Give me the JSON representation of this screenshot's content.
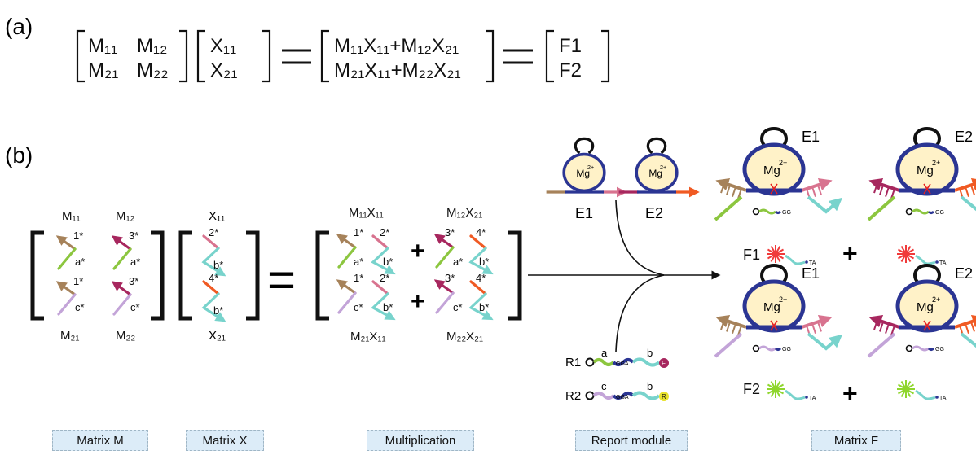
{
  "panel_a": {
    "label": "(a)",
    "M": [
      "M₁₁",
      "M₁₂",
      "M₂₁",
      "M₂₂"
    ],
    "X": [
      "X₁₁",
      "X₂₁"
    ],
    "product": [
      "M₁₁X₁₁+M₁₂X₂₁",
      "M₂₁X₁₁+M₂₂X₂₁"
    ],
    "F": [
      "F1",
      "F2"
    ]
  },
  "panel_b": {
    "label": "(b)",
    "m_labels": [
      "M₁₁",
      "M₁₂",
      "M₂₁",
      "M₂₂"
    ],
    "x_labels": [
      "X₁₁",
      "X₂₁"
    ],
    "mult_labels": [
      "M₁₁X₁₁",
      "M₁₂X₂₁",
      "M₂₁X₁₁",
      "M₂₂X₂₁"
    ],
    "strand_labels": {
      "s1": "1*",
      "s3": "3*",
      "a": "a*",
      "c": "c*",
      "s2": "2*",
      "s4": "4*",
      "b": "b*"
    },
    "plus": "+",
    "equals": "=",
    "mg": "Mg",
    "mg_charge": "2+",
    "enzymes": [
      "E1",
      "E2"
    ],
    "reporters": [
      "R1",
      "R2"
    ],
    "reporter_a": "a",
    "reporter_b": "b",
    "reporter_c": "c",
    "reporter_seq": "GGA",
    "fluor_f": "F",
    "fluor_r": "R",
    "product_gg": "GG",
    "product_ta": "TA",
    "outputs": [
      "F1",
      "F2"
    ]
  },
  "bottom_labels": [
    "Matrix  M",
    "Matrix  X",
    "Multiplication",
    "Report module",
    "Matrix  F"
  ],
  "colors": {
    "brown": "#a6825a",
    "green": "#8cc63f",
    "lilac": "#c3a4d8",
    "magenta": "#a7275e",
    "pink": "#d8738f",
    "orange": "#f05a23",
    "cyan": "#78d3cc",
    "navy": "#2b3593",
    "cream": "#fff2c8",
    "red_burst": "#f03a3a",
    "green_burst": "#8fd62d"
  }
}
